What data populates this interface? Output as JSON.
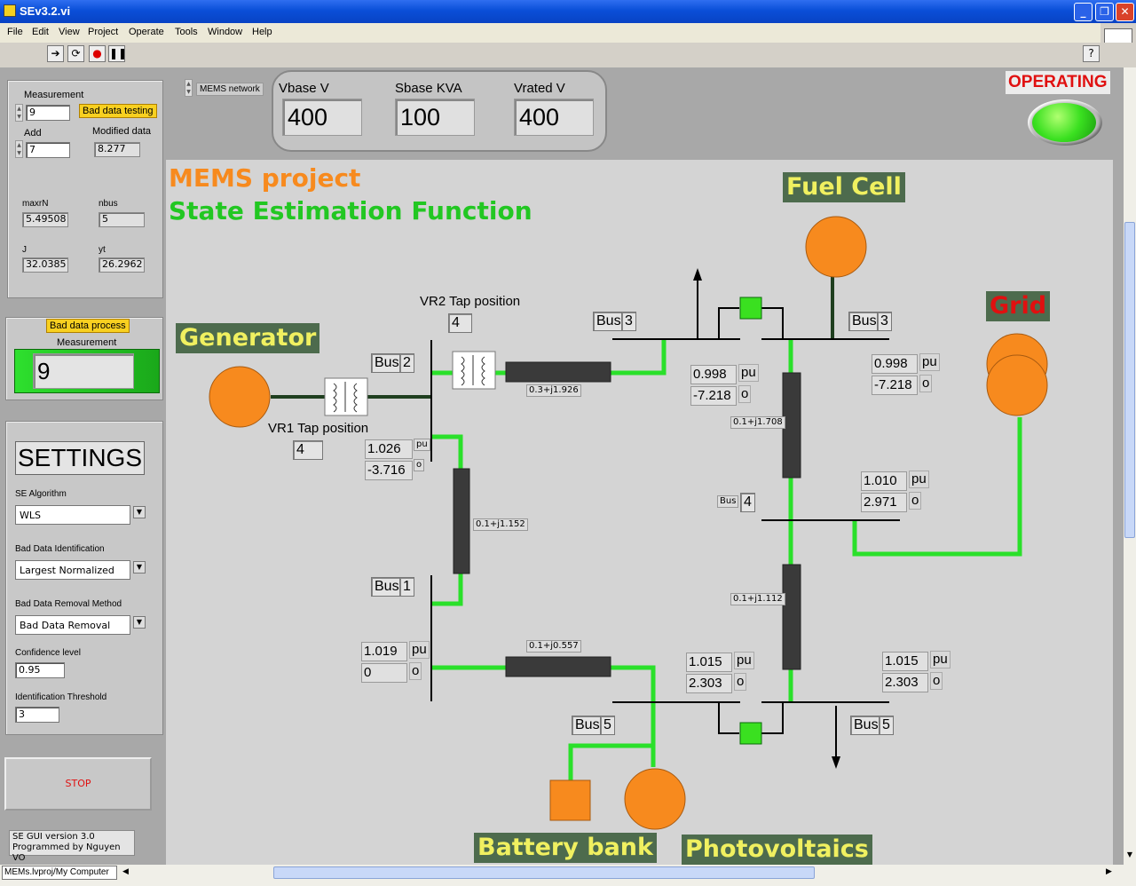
{
  "window": {
    "title": "SEv3.2.vi"
  },
  "menu": [
    "File",
    "Edit",
    "View",
    "Project",
    "Operate",
    "Tools",
    "Window",
    "Help"
  ],
  "status": {
    "operating_label": "OPERATING",
    "project_path": "MEMs.lvproj/My Computer"
  },
  "left_panel": {
    "measurement_label": "Measurement",
    "measurement_value": "9",
    "bad_data_testing": "Bad data testing",
    "add_label": "Add",
    "add_value": "7",
    "modified_label": "Modified data",
    "modified_value": "8.277",
    "maxrn_label": "maxrN",
    "maxrn_value": "5.49508",
    "nbus_label": "nbus",
    "nbus_value": "5",
    "j_label": "J",
    "j_value": "32.0385",
    "yt_label": "yt",
    "yt_value": "26.2962"
  },
  "bad_data_process": {
    "title": "Bad data process",
    "measurement_label": "Measurement",
    "measurement_value": "9"
  },
  "settings": {
    "title": "SETTINGS",
    "se_algorithm_label": "SE Algorithm",
    "se_algorithm_value": "WLS",
    "bad_data_id_label": "Bad Data Identification",
    "bad_data_id_value": "Largest Normalized",
    "removal_label": "Bad Data Removal Method",
    "removal_value": "Bad Data Removal",
    "confidence_label": "Confidence level",
    "confidence_value": "0.95",
    "threshold_label": "Identification Threshold",
    "threshold_value": "3"
  },
  "stop_button": "STOP",
  "version": {
    "line1": "SE GUI version 3.0",
    "line2": "Programmed by Nguyen VO"
  },
  "network": {
    "mems_network": "MEMS network",
    "vbase_label": "Vbase V",
    "vbase_value": "400",
    "sbase_label": "Sbase KVA",
    "sbase_value": "100",
    "vrated_label": "Vrated  V",
    "vrated_value": "400"
  },
  "diagram": {
    "title1": "MEMS project",
    "title2": "State Estimation Function",
    "components": {
      "generator": "Generator",
      "fuel_cell": "Fuel Cell",
      "grid": "Grid",
      "battery": "Battery bank",
      "pv": "Photovoltaics"
    },
    "vr1_label": "VR1 Tap position",
    "vr1_value": "4",
    "vr2_label": "VR2 Tap position",
    "vr2_value": "4",
    "bus_label": "Bus",
    "bus_numbers": {
      "b1": "1",
      "b2": "2",
      "b3a": "3",
      "b3b": "3",
      "b4": "4",
      "b5a": "5",
      "b5b": "5"
    },
    "impedances": {
      "b2_b3": "0.3+j1.926",
      "b2_b1": "0.1+j1.152",
      "b3_b4": "0.1+j1.708",
      "b4_b5": "0.1+j1.112",
      "b1_b5": "0.1+j0.557"
    },
    "unit_pu": "pu",
    "unit_deg": "o",
    "voltages": {
      "b2": {
        "mag": "1.026",
        "ang": "-3.716"
      },
      "b3a": {
        "mag": "0.998",
        "ang": "-7.218"
      },
      "b3b": {
        "mag": "0.998",
        "ang": "-7.218"
      },
      "b4": {
        "mag": "1.010",
        "ang": "2.971"
      },
      "b1": {
        "mag": "1.019",
        "ang": "0"
      },
      "b5a": {
        "mag": "1.015",
        "ang": "2.303"
      },
      "b5b": {
        "mag": "1.015",
        "ang": "2.303"
      }
    }
  },
  "colors": {
    "orange": "#f78a1e",
    "green": "#22c722",
    "label_bg": "#4d6b4d",
    "label_fg": "#f0f060",
    "red": "#e01010"
  }
}
